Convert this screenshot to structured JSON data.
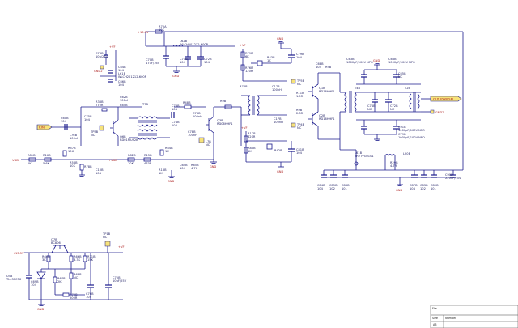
{
  "title_block": {
    "file_label": "File",
    "size_label": "Size",
    "number_label": "Number",
    "size_value": "A3"
  },
  "ports": {
    "rf_in": "P.IN",
    "rf_out": "OUT PWR SEL",
    "gnd": "GND",
    "gnd2": "GND2"
  },
  "power": {
    "v13": "+13.5V",
    "v13b": "+13.5V",
    "vf": "+VF",
    "vgd": "+VGD"
  },
  "labels": {
    "r70a": "R70A",
    "r70a_v": "10K",
    "l62b": "L62B",
    "l62b_v": "WLCH201212-600R",
    "c70b": "C70B",
    "c70b_v": "47uF/16V",
    "c71b": "C71B",
    "c71b_v": "104",
    "c72b": "C72B",
    "c72b_v": "104",
    "c73b": "C73B",
    "c73b_v": "10u/25V",
    "c64b": "C64B",
    "c64b_v": "104",
    "c66b": "C66B",
    "c66b_v": "104",
    "l61b": "L61B",
    "l61b_v": "WLCH201212-600R",
    "r79b": "R79B",
    "r79b_v": "6K",
    "c79b": "C79B",
    "c79b_v": "104",
    "r43b": "R43B",
    "r43b_v": "1K",
    "r76b": "R76B",
    "r76b_v": "120R",
    "q1b": "Q1B",
    "q1b_v": "RD16HHF1",
    "c68b": "C68B",
    "c68b_v": "1000pF/100V NPO",
    "c63b": "C63B",
    "c63b_v": "1000pF/100V NPO",
    "c65b": "C65B",
    "c65b_v": "NC",
    "t4b": "T4B",
    "c74b": "C74B",
    "c74b_v": "NC",
    "c72b2": "C72B",
    "t2b": "T2B",
    "r38b": "R38B",
    "r38b_v": "270R",
    "c62b": "C62B",
    "c62b_v": "100nH",
    "r65b": "R65B",
    "t7b": "T7B",
    "c60b": "C60B",
    "c60b_v": "104",
    "c75b": "C75B",
    "c75b_v": "104",
    "tp5b": "TP5B",
    "tp5b_v": "NC",
    "l76b": "L76B",
    "l76b_v": "100nH",
    "q6b": "Q6B",
    "q6b_v": "RD01MUS2B",
    "c73b2": "C73B",
    "c73b2_v": "104",
    "c74b2": "C74B",
    "c74b2_v": "104",
    "r48b": "R48B",
    "c76b": "C76B",
    "c76b_v": "100nH",
    "q3b": "Q3B",
    "q3b_v": "RD06HHF1",
    "c78b": "C78B",
    "c78b_v": "100nH",
    "r65b2": "R65B",
    "r65b2_v": "4.7K",
    "l7b": "L7B",
    "l7b_v": "NC",
    "l64b": "L64B",
    "l64b_v": "NC",
    "r57b": "R57B",
    "r57b_v": "10K",
    "r58b": "R58B",
    "r58b_v": "10K",
    "c63b2": "C63B",
    "c63b2_v": "104",
    "r82b": "R82B",
    "r82b_v": "10K",
    "r15b": "R15B",
    "r15b_v": "470R",
    "r64b": "R64B",
    "r64b_v": "1K",
    "c64b2": "C64B",
    "c64b2_v": "104",
    "r81b": "R81B",
    "r81b_v": "1K",
    "r16b": "R16B",
    "r16b_v": "5.6K",
    "r18b": "R18B",
    "r18b_v": "1K",
    "r78b": "R78B",
    "c10b": "C10B",
    "c10b_v": "104",
    "r17b": "R17B",
    "r17b_v": "820R",
    "r80b": "R80B",
    "r80b_v": "1K",
    "r42b": "R42B",
    "c81b": "C81B",
    "c81b_v": "104",
    "c17b": "C17B",
    "c17b_v": "100nH",
    "tp4b": "TP4B",
    "tp4b_v": "NC",
    "r18b2": "R18B",
    "r18b2_v": "1K",
    "q2b": "Q2B",
    "q2b_v": "RD16HHF1",
    "r11b": "R11B",
    "r11b_v": "1.5R",
    "r9b": "R9B",
    "r9b_v": "2.3R",
    "l61b2": "L61B",
    "l61b2_v": "7R2TVG0101",
    "c84b": "C84B",
    "c84b_v": "104",
    "c85b": "C85B",
    "c85b_v": "102",
    "c88b": "C88B",
    "c88b_v": "101",
    "r29b": "R29B",
    "r29b_v": "4.7R",
    "c87b": "C87B",
    "c87b_v": "104",
    "c83b": "C83B",
    "c83b_v": "102",
    "c89b": "C89B",
    "c89b_v": "101",
    "c90b": "C90B",
    "c90b_v": "220uF/25V",
    "l20b": "L20B",
    "c91b": "C91B",
    "c91b_v": "1000pF/100V NPO",
    "c79b2": "C79B",
    "c79b2_v": "1000pF/100V NPO",
    "q7b": "Q7B",
    "q7b_v": "BC806",
    "r64b2": "R64B",
    "r64b2_v": "3K",
    "r66b": "R66B",
    "r66b_v": "3.3K",
    "r71b": "R71B",
    "r71b_v": "15K",
    "r68b": "R68B",
    "r68b_v": "NC",
    "r67b": "R67B",
    "r67b_v": "2K",
    "r70b": "R70B",
    "r70b_v": "500R",
    "u4b": "U4B",
    "u4b_v": "TL431CPK",
    "c69b": "C69B",
    "c69b_v": "104",
    "c70b2": "C70B",
    "c70b2_v": "104",
    "c75b2": "C75B",
    "c75b2_v": "10uF/25V",
    "tp1b": "TP1B",
    "tp1b_v": "NC"
  }
}
